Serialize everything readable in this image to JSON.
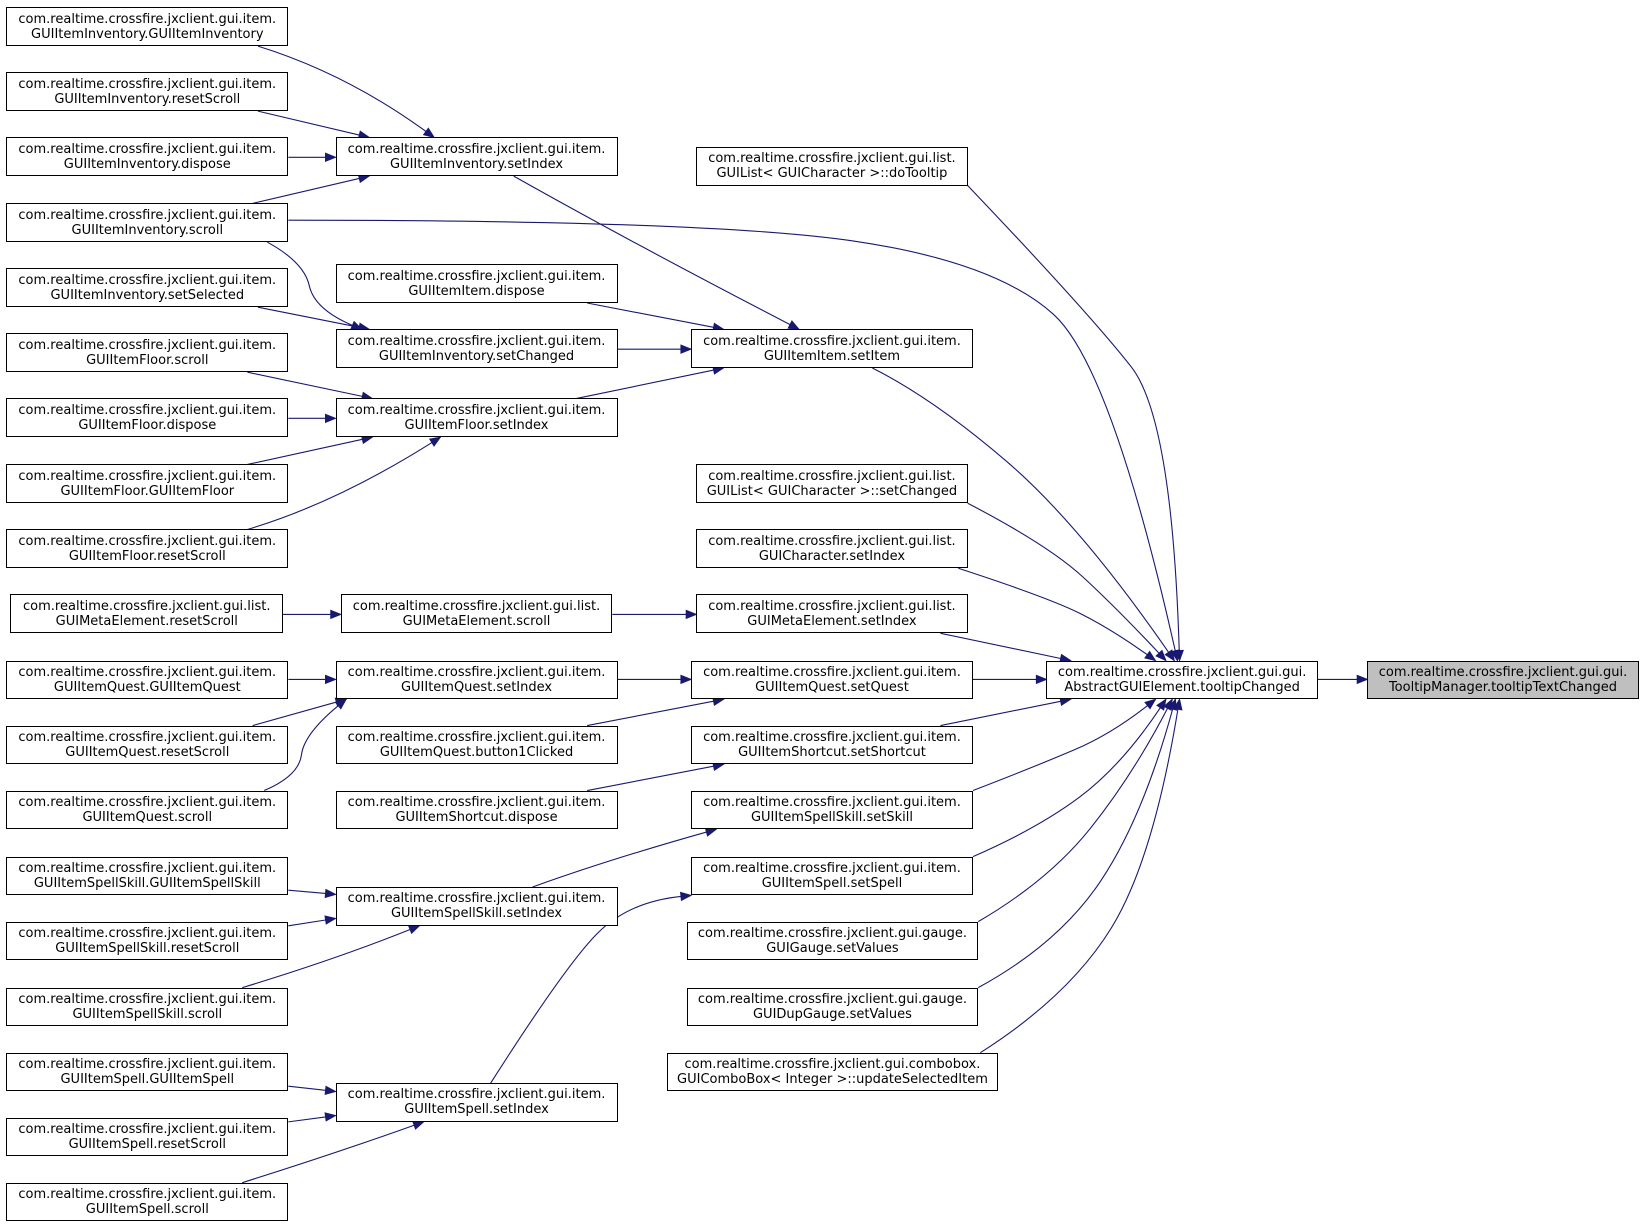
{
  "graph": {
    "edge_color": "#191970",
    "target_fill": "#bfbfbf",
    "nodes": [
      {
        "id": "ttc",
        "label": "com.realtime.crossfire.jxclient.gui.gui.\nTooltipManager.tooltipTextChanged",
        "target": true
      },
      {
        "id": "agtc",
        "label": "com.realtime.crossfire.jxclient.gui.gui.\nAbstractGUIElement.tooltipChanged"
      },
      {
        "id": "doTooltip",
        "label": "com.realtime.crossfire.jxclient.gui.list.\nGUIList< GUICharacter >::doTooltip"
      },
      {
        "id": "ii_setItem",
        "label": "com.realtime.crossfire.jxclient.gui.item.\nGUIItemItem.setItem"
      },
      {
        "id": "list_setChanged",
        "label": "com.realtime.crossfire.jxclient.gui.list.\nGUIList< GUICharacter >::setChanged"
      },
      {
        "id": "gc_setIndex",
        "label": "com.realtime.crossfire.jxclient.gui.list.\nGUICharacter.setIndex"
      },
      {
        "id": "gme_setIndex",
        "label": "com.realtime.crossfire.jxclient.gui.list.\nGUIMetaElement.setIndex"
      },
      {
        "id": "iq_setQuest",
        "label": "com.realtime.crossfire.jxclient.gui.item.\nGUIItemQuest.setQuest"
      },
      {
        "id": "ish_setShortcut",
        "label": "com.realtime.crossfire.jxclient.gui.item.\nGUIItemShortcut.setShortcut"
      },
      {
        "id": "iss_setSkill",
        "label": "com.realtime.crossfire.jxclient.gui.item.\nGUIItemSpellSkill.setSkill"
      },
      {
        "id": "isp_setSpell",
        "label": "com.realtime.crossfire.jxclient.gui.item.\nGUIItemSpell.setSpell"
      },
      {
        "id": "gauge_setValues",
        "label": "com.realtime.crossfire.jxclient.gui.gauge.\nGUIGauge.setValues"
      },
      {
        "id": "dup_setValues",
        "label": "com.realtime.crossfire.jxclient.gui.gauge.\nGUIDupGauge.setValues"
      },
      {
        "id": "combo_update",
        "label": "com.realtime.crossfire.jxclient.gui.combobox.\nGUIComboBox< Integer >::updateSelectedItem"
      },
      {
        "id": "inv_setIndex",
        "label": "com.realtime.crossfire.jxclient.gui.item.\nGUIItemInventory.setIndex"
      },
      {
        "id": "ii_dispose",
        "label": "com.realtime.crossfire.jxclient.gui.item.\nGUIItemItem.dispose"
      },
      {
        "id": "inv_setChanged",
        "label": "com.realtime.crossfire.jxclient.gui.item.\nGUIItemInventory.setChanged"
      },
      {
        "id": "fl_setIndex",
        "label": "com.realtime.crossfire.jxclient.gui.item.\nGUIItemFloor.setIndex"
      },
      {
        "id": "gme_scroll",
        "label": "com.realtime.crossfire.jxclient.gui.list.\nGUIMetaElement.scroll"
      },
      {
        "id": "q_setIndex",
        "label": "com.realtime.crossfire.jxclient.gui.item.\nGUIItemQuest.setIndex"
      },
      {
        "id": "q_button",
        "label": "com.realtime.crossfire.jxclient.gui.item.\nGUIItemQuest.button1Clicked"
      },
      {
        "id": "sh_dispose",
        "label": "com.realtime.crossfire.jxclient.gui.item.\nGUIItemShortcut.dispose"
      },
      {
        "id": "ss_setIndex",
        "label": "com.realtime.crossfire.jxclient.gui.item.\nGUIItemSpellSkill.setIndex"
      },
      {
        "id": "sp_setIndex",
        "label": "com.realtime.crossfire.jxclient.gui.item.\nGUIItemSpell.setIndex"
      },
      {
        "id": "inv_ctor",
        "label": "com.realtime.crossfire.jxclient.gui.item.\nGUIItemInventory.GUIItemInventory"
      },
      {
        "id": "inv_reset",
        "label": "com.realtime.crossfire.jxclient.gui.item.\nGUIItemInventory.resetScroll"
      },
      {
        "id": "inv_dispose",
        "label": "com.realtime.crossfire.jxclient.gui.item.\nGUIItemInventory.dispose"
      },
      {
        "id": "inv_scroll",
        "label": "com.realtime.crossfire.jxclient.gui.item.\nGUIItemInventory.scroll"
      },
      {
        "id": "inv_setSelected",
        "label": "com.realtime.crossfire.jxclient.gui.item.\nGUIItemInventory.setSelected"
      },
      {
        "id": "fl_scroll",
        "label": "com.realtime.crossfire.jxclient.gui.item.\nGUIItemFloor.scroll"
      },
      {
        "id": "fl_dispose",
        "label": "com.realtime.crossfire.jxclient.gui.item.\nGUIItemFloor.dispose"
      },
      {
        "id": "fl_ctor",
        "label": "com.realtime.crossfire.jxclient.gui.item.\nGUIItemFloor.GUIItemFloor"
      },
      {
        "id": "fl_reset",
        "label": "com.realtime.crossfire.jxclient.gui.item.\nGUIItemFloor.resetScroll"
      },
      {
        "id": "gme_reset",
        "label": "com.realtime.crossfire.jxclient.gui.list.\nGUIMetaElement.resetScroll"
      },
      {
        "id": "q_ctor",
        "label": "com.realtime.crossfire.jxclient.gui.item.\nGUIItemQuest.GUIItemQuest"
      },
      {
        "id": "q_reset",
        "label": "com.realtime.crossfire.jxclient.gui.item.\nGUIItemQuest.resetScroll"
      },
      {
        "id": "q_scroll",
        "label": "com.realtime.crossfire.jxclient.gui.item.\nGUIItemQuest.scroll"
      },
      {
        "id": "ss_ctor",
        "label": "com.realtime.crossfire.jxclient.gui.item.\nGUIItemSpellSkill.GUIItemSpellSkill"
      },
      {
        "id": "ss_reset",
        "label": "com.realtime.crossfire.jxclient.gui.item.\nGUIItemSpellSkill.resetScroll"
      },
      {
        "id": "ss_scroll",
        "label": "com.realtime.crossfire.jxclient.gui.item.\nGUIItemSpellSkill.scroll"
      },
      {
        "id": "sp_ctor",
        "label": "com.realtime.crossfire.jxclient.gui.item.\nGUIItemSpell.GUIItemSpell"
      },
      {
        "id": "sp_reset",
        "label": "com.realtime.crossfire.jxclient.gui.item.\nGUIItemSpell.resetScroll"
      },
      {
        "id": "sp_scroll",
        "label": "com.realtime.crossfire.jxclient.gui.item.\nGUIItemSpell.scroll"
      }
    ],
    "edges": [
      {
        "from": "agtc",
        "to": "ttc"
      },
      {
        "from": "doTooltip",
        "to": "agtc"
      },
      {
        "from": "inv_scroll",
        "to": "agtc"
      },
      {
        "from": "ii_setItem",
        "to": "agtc"
      },
      {
        "from": "list_setChanged",
        "to": "agtc"
      },
      {
        "from": "gc_setIndex",
        "to": "agtc"
      },
      {
        "from": "gme_setIndex",
        "to": "agtc"
      },
      {
        "from": "iq_setQuest",
        "to": "agtc"
      },
      {
        "from": "ish_setShortcut",
        "to": "agtc"
      },
      {
        "from": "iss_setSkill",
        "to": "agtc"
      },
      {
        "from": "isp_setSpell",
        "to": "agtc"
      },
      {
        "from": "gauge_setValues",
        "to": "agtc"
      },
      {
        "from": "dup_setValues",
        "to": "agtc"
      },
      {
        "from": "combo_update",
        "to": "agtc"
      },
      {
        "from": "inv_setIndex",
        "to": "ii_setItem"
      },
      {
        "from": "ii_dispose",
        "to": "ii_setItem"
      },
      {
        "from": "inv_setChanged",
        "to": "ii_setItem"
      },
      {
        "from": "fl_setIndex",
        "to": "ii_setItem"
      },
      {
        "from": "gme_scroll",
        "to": "gme_setIndex"
      },
      {
        "from": "q_setIndex",
        "to": "iq_setQuest"
      },
      {
        "from": "q_button",
        "to": "iq_setQuest"
      },
      {
        "from": "sh_dispose",
        "to": "ish_setShortcut"
      },
      {
        "from": "ss_setIndex",
        "to": "iss_setSkill"
      },
      {
        "from": "sp_setIndex",
        "to": "isp_setSpell"
      },
      {
        "from": "inv_ctor",
        "to": "inv_setIndex"
      },
      {
        "from": "inv_reset",
        "to": "inv_setIndex"
      },
      {
        "from": "inv_dispose",
        "to": "inv_setIndex"
      },
      {
        "from": "inv_scroll",
        "to": "inv_setIndex"
      },
      {
        "from": "inv_scroll",
        "to": "inv_setChanged"
      },
      {
        "from": "inv_setSelected",
        "to": "inv_setChanged"
      },
      {
        "from": "fl_scroll",
        "to": "fl_setIndex"
      },
      {
        "from": "fl_dispose",
        "to": "fl_setIndex"
      },
      {
        "from": "fl_ctor",
        "to": "fl_setIndex"
      },
      {
        "from": "fl_reset",
        "to": "fl_setIndex"
      },
      {
        "from": "gme_reset",
        "to": "gme_scroll"
      },
      {
        "from": "q_ctor",
        "to": "q_setIndex"
      },
      {
        "from": "q_reset",
        "to": "q_setIndex"
      },
      {
        "from": "q_scroll",
        "to": "q_setIndex"
      },
      {
        "from": "ss_ctor",
        "to": "ss_setIndex"
      },
      {
        "from": "ss_reset",
        "to": "ss_setIndex"
      },
      {
        "from": "ss_scroll",
        "to": "ss_setIndex"
      },
      {
        "from": "sp_ctor",
        "to": "sp_setIndex"
      },
      {
        "from": "sp_reset",
        "to": "sp_setIndex"
      },
      {
        "from": "sp_scroll",
        "to": "sp_setIndex"
      }
    ]
  }
}
